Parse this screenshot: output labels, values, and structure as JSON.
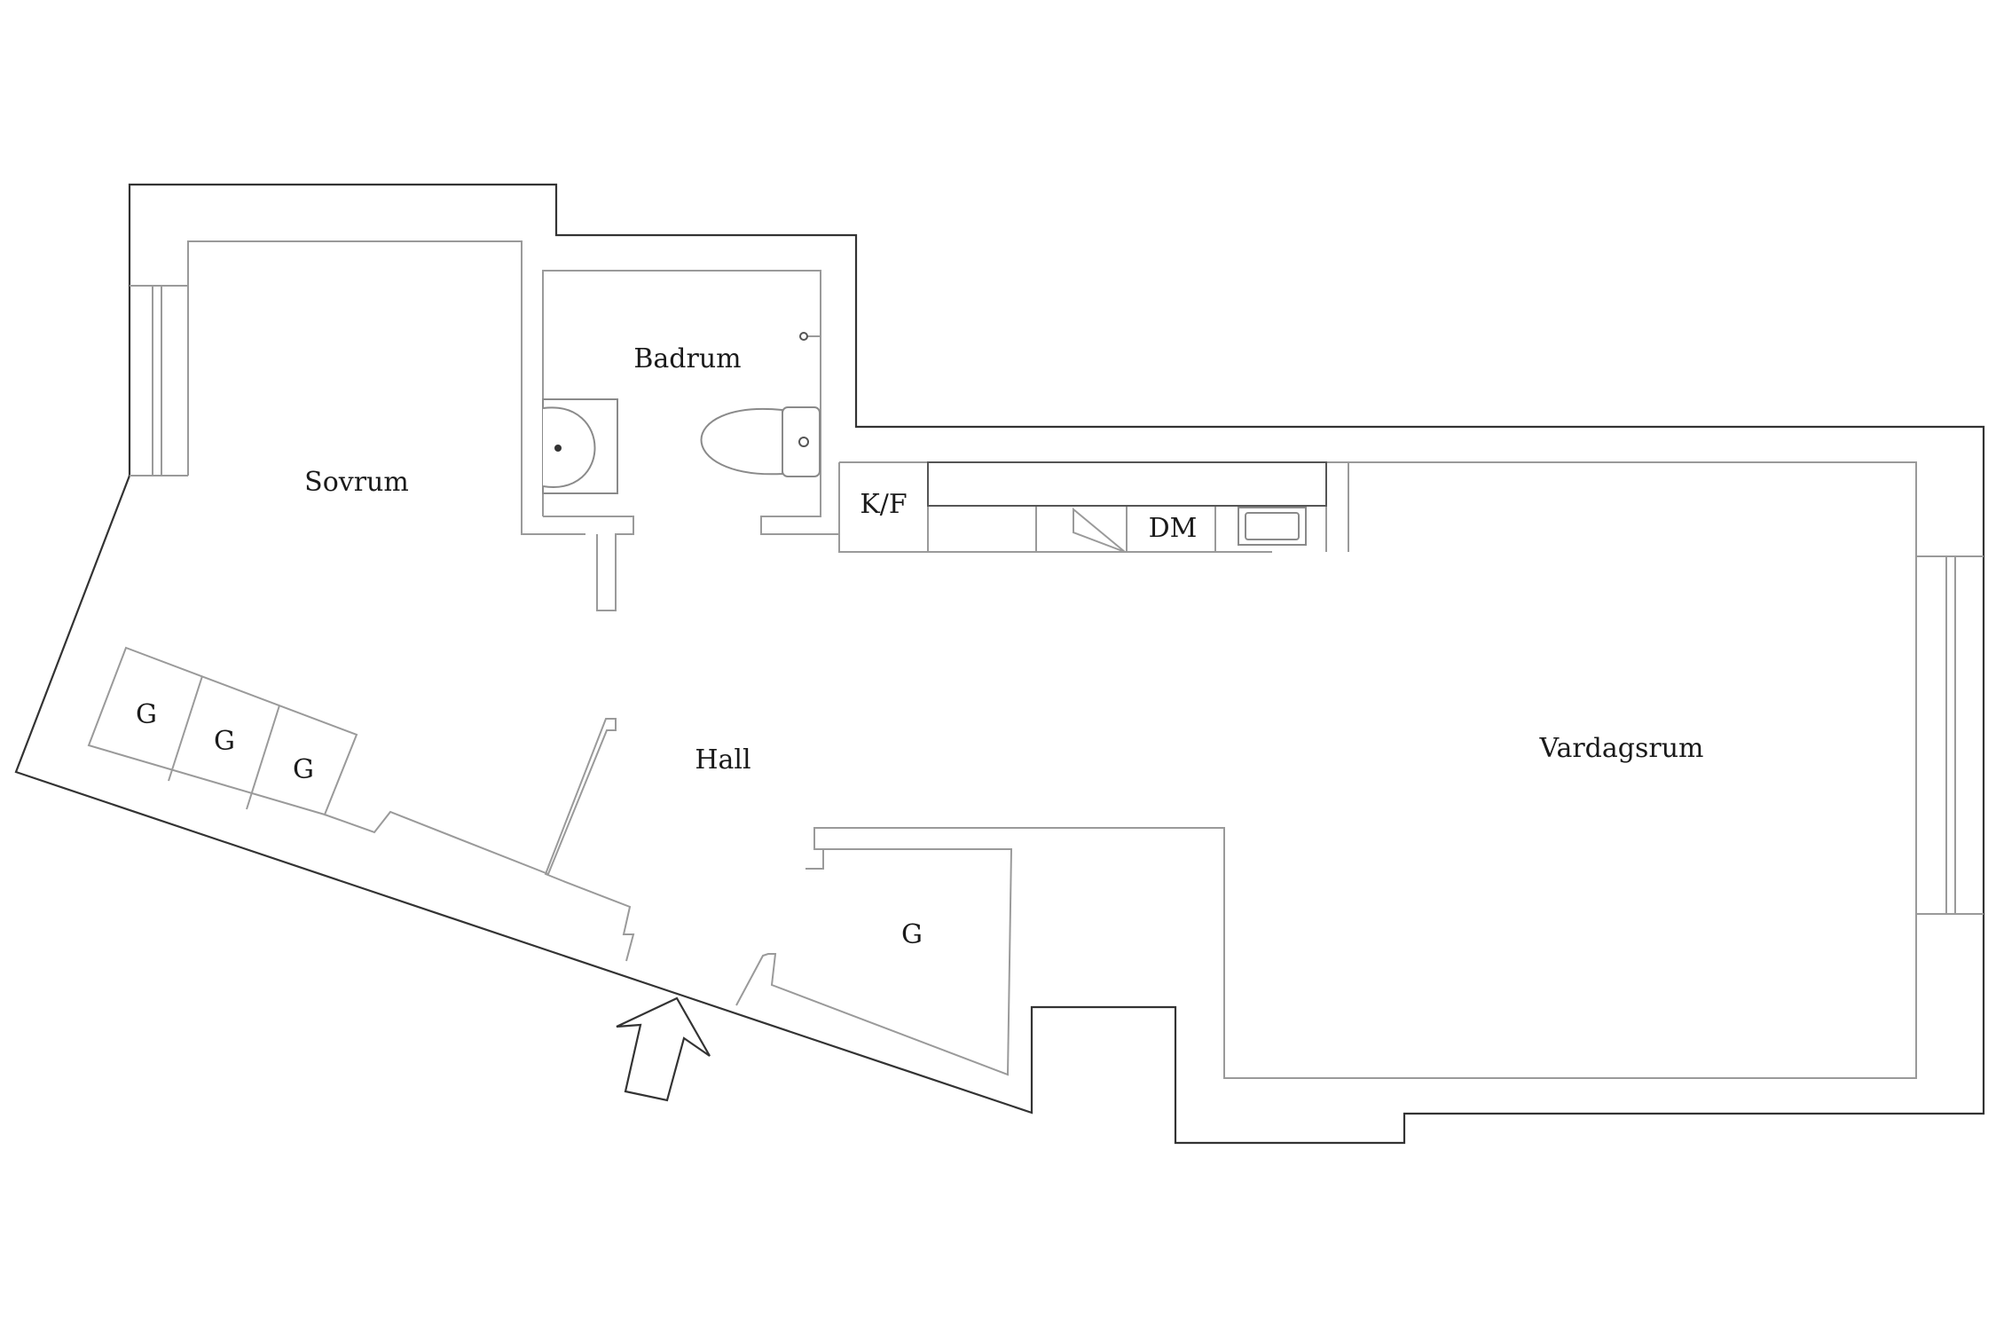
{
  "rooms": {
    "sovrum": "Sovrum",
    "badrum": "Badrum",
    "hall": "Hall",
    "vardagsrum": "Vardagsrum",
    "kf": "K/F",
    "dm": "DM",
    "g1": "G",
    "g2": "G",
    "g3": "G",
    "g4": "G"
  }
}
